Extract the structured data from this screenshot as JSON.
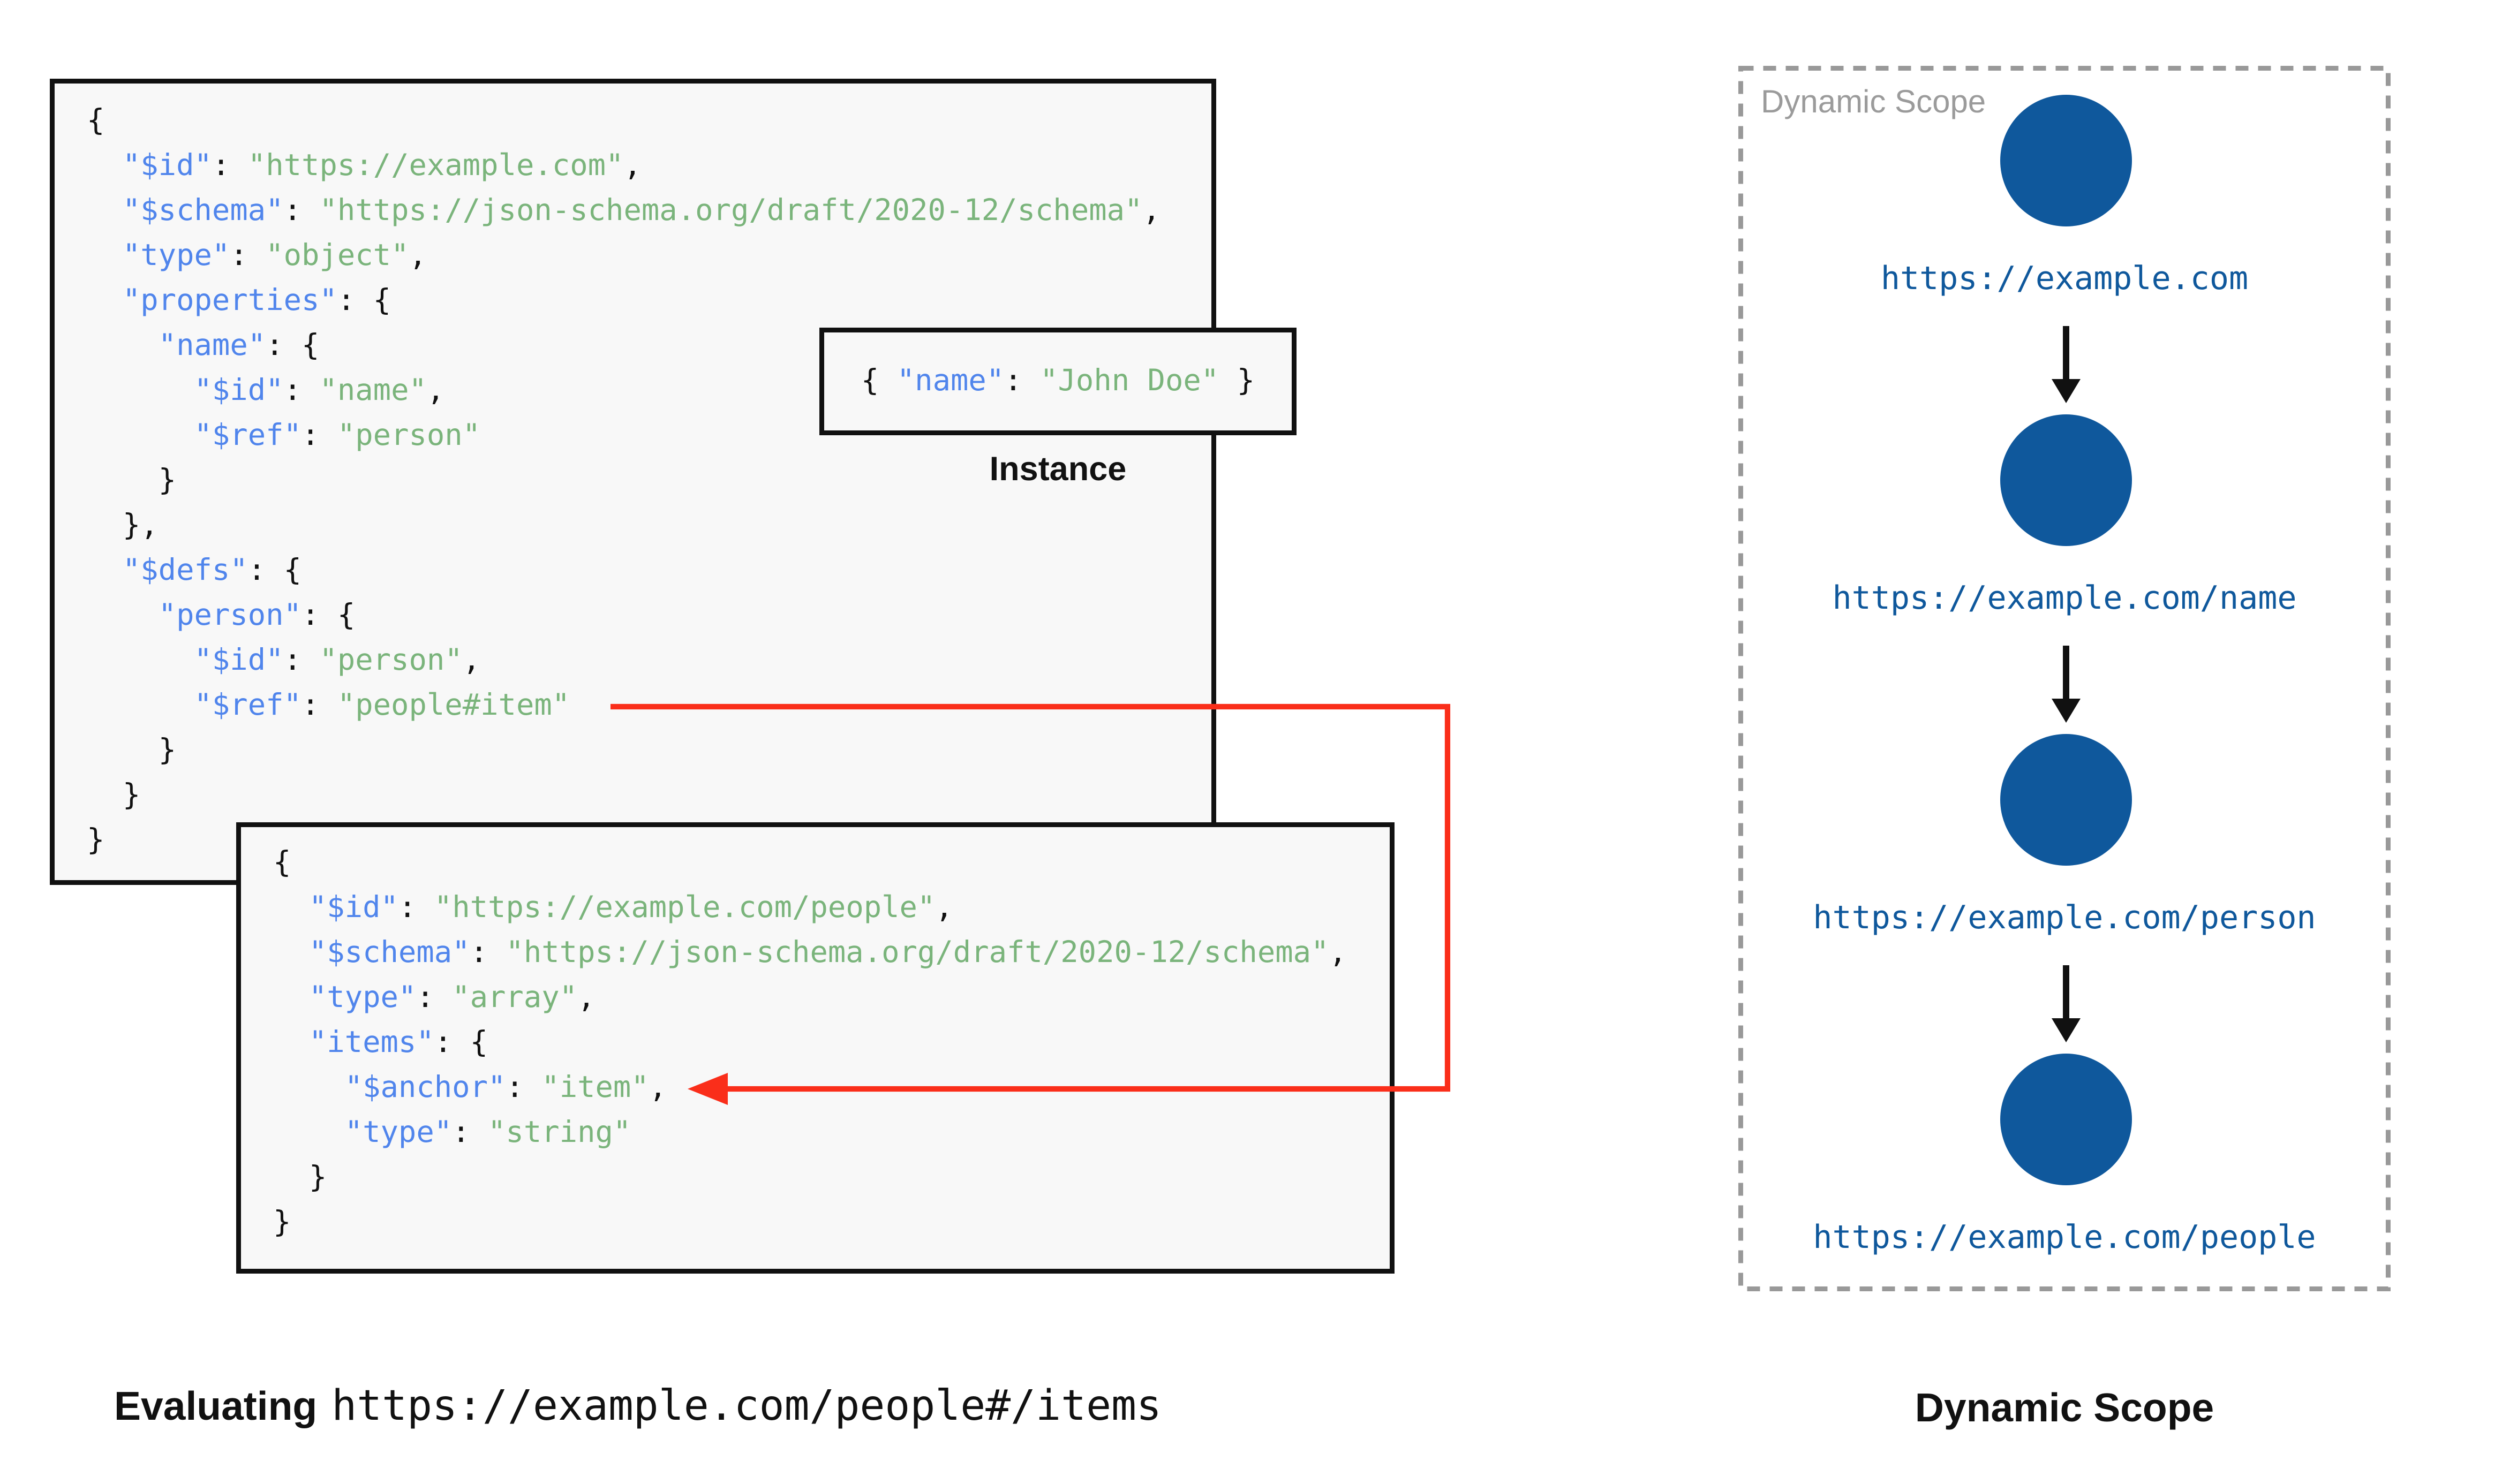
{
  "palette": {
    "key_blue": "#5085ec",
    "string_green": "#7ab47b",
    "code_black": "#111111",
    "box_background": "#f8f8f8",
    "box_border": "#111111",
    "node_blue": "#0f589c",
    "arrow_red": "#fa2e1a",
    "panel_dash_gray": "#999999",
    "panel_label_gray": "#9b9b9b"
  },
  "root_schema_box": {
    "code": [
      [
        {
          "c": "p",
          "v": "{"
        }
      ],
      [
        {
          "c": "p",
          "v": "  "
        },
        {
          "c": "k",
          "v": "\"$id\""
        },
        {
          "c": "p",
          "v": ": "
        },
        {
          "c": "s",
          "v": "\"https://example.com\""
        },
        {
          "c": "p",
          "v": ","
        }
      ],
      [
        {
          "c": "p",
          "v": "  "
        },
        {
          "c": "k",
          "v": "\"$schema\""
        },
        {
          "c": "p",
          "v": ": "
        },
        {
          "c": "s",
          "v": "\"https://json-schema.org/draft/2020-12/schema\""
        },
        {
          "c": "p",
          "v": ","
        }
      ],
      [
        {
          "c": "p",
          "v": "  "
        },
        {
          "c": "k",
          "v": "\"type\""
        },
        {
          "c": "p",
          "v": ": "
        },
        {
          "c": "s",
          "v": "\"object\""
        },
        {
          "c": "p",
          "v": ","
        }
      ],
      [
        {
          "c": "p",
          "v": "  "
        },
        {
          "c": "k",
          "v": "\"properties\""
        },
        {
          "c": "p",
          "v": ": {"
        }
      ],
      [
        {
          "c": "p",
          "v": "    "
        },
        {
          "c": "k",
          "v": "\"name\""
        },
        {
          "c": "p",
          "v": ": {"
        }
      ],
      [
        {
          "c": "p",
          "v": "      "
        },
        {
          "c": "k",
          "v": "\"$id\""
        },
        {
          "c": "p",
          "v": ": "
        },
        {
          "c": "s",
          "v": "\"name\""
        },
        {
          "c": "p",
          "v": ","
        }
      ],
      [
        {
          "c": "p",
          "v": "      "
        },
        {
          "c": "k",
          "v": "\"$ref\""
        },
        {
          "c": "p",
          "v": ": "
        },
        {
          "c": "s",
          "v": "\"person\""
        }
      ],
      [
        {
          "c": "p",
          "v": "    }"
        }
      ],
      [
        {
          "c": "p",
          "v": "  },"
        }
      ],
      [
        {
          "c": "p",
          "v": "  "
        },
        {
          "c": "k",
          "v": "\"$defs\""
        },
        {
          "c": "p",
          "v": ": {"
        }
      ],
      [
        {
          "c": "p",
          "v": "    "
        },
        {
          "c": "k",
          "v": "\"person\""
        },
        {
          "c": "p",
          "v": ": {"
        }
      ],
      [
        {
          "c": "p",
          "v": "      "
        },
        {
          "c": "k",
          "v": "\"$id\""
        },
        {
          "c": "p",
          "v": ": "
        },
        {
          "c": "s",
          "v": "\"person\""
        },
        {
          "c": "p",
          "v": ","
        }
      ],
      [
        {
          "c": "p",
          "v": "      "
        },
        {
          "c": "k",
          "v": "\"$ref\""
        },
        {
          "c": "p",
          "v": ": "
        },
        {
          "c": "s",
          "v": "\"people#item\""
        }
      ],
      [
        {
          "c": "p",
          "v": "    }"
        }
      ],
      [
        {
          "c": "p",
          "v": "  }"
        }
      ],
      [
        {
          "c": "p",
          "v": "}"
        }
      ]
    ]
  },
  "instance": {
    "code": [
      [
        {
          "c": "p",
          "v": "{ "
        },
        {
          "c": "k",
          "v": "\"name\""
        },
        {
          "c": "p",
          "v": ": "
        },
        {
          "c": "s",
          "v": "\"John Doe\""
        },
        {
          "c": "p",
          "v": " }"
        }
      ]
    ],
    "label": "Instance"
  },
  "people_schema_box": {
    "code": [
      [
        {
          "c": "p",
          "v": "{"
        }
      ],
      [
        {
          "c": "p",
          "v": "  "
        },
        {
          "c": "k",
          "v": "\"$id\""
        },
        {
          "c": "p",
          "v": ": "
        },
        {
          "c": "s",
          "v": "\"https://example.com/people\""
        },
        {
          "c": "p",
          "v": ","
        }
      ],
      [
        {
          "c": "p",
          "v": "  "
        },
        {
          "c": "k",
          "v": "\"$schema\""
        },
        {
          "c": "p",
          "v": ": "
        },
        {
          "c": "s",
          "v": "\"https://json-schema.org/draft/2020-12/schema\""
        },
        {
          "c": "p",
          "v": ","
        }
      ],
      [
        {
          "c": "p",
          "v": "  "
        },
        {
          "c": "k",
          "v": "\"type\""
        },
        {
          "c": "p",
          "v": ": "
        },
        {
          "c": "s",
          "v": "\"array\""
        },
        {
          "c": "p",
          "v": ","
        }
      ],
      [
        {
          "c": "p",
          "v": "  "
        },
        {
          "c": "k",
          "v": "\"items\""
        },
        {
          "c": "p",
          "v": ": {"
        }
      ],
      [
        {
          "c": "p",
          "v": "    "
        },
        {
          "c": "k",
          "v": "\"$anchor\""
        },
        {
          "c": "p",
          "v": ": "
        },
        {
          "c": "s",
          "v": "\"item\""
        },
        {
          "c": "p",
          "v": ","
        }
      ],
      [
        {
          "c": "p",
          "v": "    "
        },
        {
          "c": "k",
          "v": "\"type\""
        },
        {
          "c": "p",
          "v": ": "
        },
        {
          "c": "s",
          "v": "\"string\""
        }
      ],
      [
        {
          "c": "p",
          "v": "  }"
        }
      ],
      [
        {
          "c": "p",
          "v": "}"
        }
      ]
    ]
  },
  "dynamic_scope": {
    "panel_label": "Dynamic Scope",
    "caption": "Dynamic Scope",
    "nodes": [
      {
        "url": "https://example.com"
      },
      {
        "url": "https://example.com/name"
      },
      {
        "url": "https://example.com/person"
      },
      {
        "url": "https://example.com/people"
      }
    ]
  },
  "evaluating_caption": {
    "prefix": "Evaluating",
    "uri": "https://example.com/people#/items"
  }
}
